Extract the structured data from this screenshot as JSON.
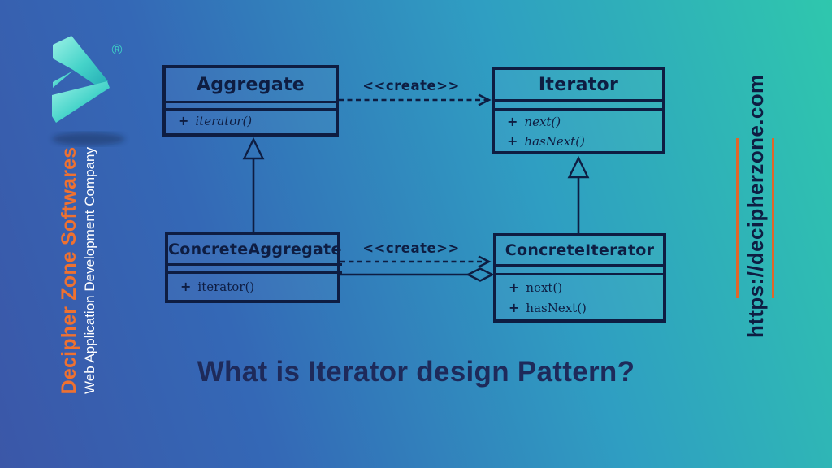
{
  "page": {
    "heading": "What is Iterator design Pattern?"
  },
  "branding": {
    "company_name": "Decipher Zone Softwares",
    "tagline": "Web Application Development Company",
    "website_url": "https://decipherzone.com",
    "registered_mark": "®",
    "logo": "decipher-zone-play-logo"
  },
  "colors": {
    "ink": "#0E1D42",
    "heading": "#1E2A5A",
    "orange": "#EF7130",
    "orange-line": "#E0662A",
    "white": "#FFFFFF",
    "bg-blue": "#3B57A8",
    "bg-teal": "#2FC7AD",
    "logo-teal-light": "#9BF2E6",
    "logo-teal-dark": "#23ABB4"
  },
  "diagram": {
    "boxes": [
      {
        "name": "Aggregate",
        "methods": [
          {
            "visibility": "+",
            "signature": "iterator()"
          }
        ]
      },
      {
        "name": "Iterator",
        "methods": [
          {
            "visibility": "+",
            "signature": "next()"
          },
          {
            "visibility": "+",
            "signature": "hasNext()"
          }
        ]
      },
      {
        "name": "ConcreteAggregate",
        "methods": [
          {
            "visibility": "+",
            "signature": "iterator()"
          }
        ]
      },
      {
        "name": "ConcreteIterator",
        "methods": [
          {
            "visibility": "+",
            "signature": "next()"
          },
          {
            "visibility": "+",
            "signature": "hasNext()"
          }
        ]
      }
    ],
    "relations": [
      {
        "type": "dependency-dashed-arrow",
        "label": "<<create>>",
        "from": "Aggregate",
        "to": "Iterator"
      },
      {
        "type": "dependency-dashed-arrow",
        "label": "<<create>>",
        "from": "ConcreteAggregate",
        "to": "ConcreteIterator"
      },
      {
        "type": "generalization-hollow-triangle",
        "from": "ConcreteAggregate",
        "to": "Aggregate"
      },
      {
        "type": "generalization-hollow-triangle",
        "from": "ConcreteIterator",
        "to": "Iterator"
      },
      {
        "type": "aggregation-hollow-diamond",
        "from": "ConcreteAggregate",
        "to": "ConcreteIterator"
      }
    ]
  }
}
